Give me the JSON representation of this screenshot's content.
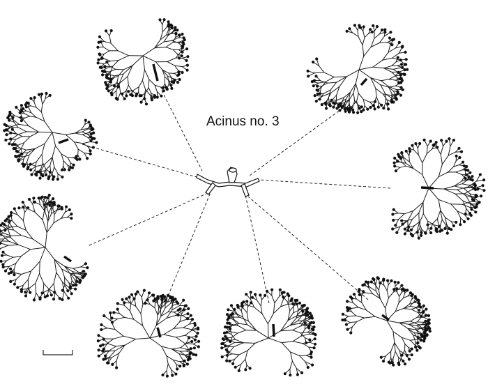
{
  "figure": {
    "title": "Acinus no. 3",
    "colors": {
      "ink": "#111111",
      "background": "#ffffff"
    }
  },
  "hub": {
    "name": "central-airway-branching"
  },
  "subtrees": [
    {
      "name": "subtree-top-left"
    },
    {
      "name": "subtree-top-right"
    },
    {
      "name": "subtree-upper-left"
    },
    {
      "name": "subtree-right"
    },
    {
      "name": "subtree-left"
    },
    {
      "name": "subtree-bottom-left"
    },
    {
      "name": "subtree-bottom-center"
    },
    {
      "name": "subtree-bottom-right"
    }
  ],
  "scale_bar": {
    "name": "scale-bar"
  }
}
